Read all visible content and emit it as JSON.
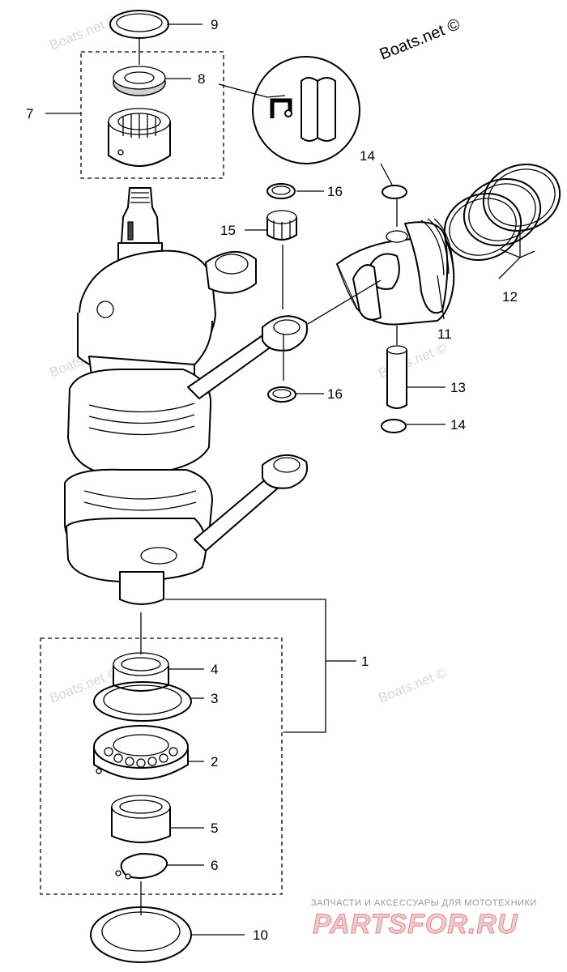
{
  "callouts": {
    "c1": "1",
    "c2": "2",
    "c3": "3",
    "c4": "4",
    "c5": "5",
    "c6": "6",
    "c7": "7",
    "c8": "8",
    "c9": "9",
    "c10": "10",
    "c11": "11",
    "c12": "12",
    "c13": "13",
    "c14a": "14",
    "c14b": "14",
    "c15": "15",
    "c16a": "16",
    "c16b": "16"
  },
  "watermarks": {
    "top": "Boats.net ©",
    "repeat": "Boats.net ©",
    "brand_tagline": "ЗАПЧАСТИ И АКСЕССУАРЫ ДЛЯ МОТОТЕХНИКИ",
    "brand_name": "PARTSFOR.RU"
  },
  "colors": {
    "line": "#000000",
    "background": "#ffffff",
    "watermark": "#d8d8d8",
    "brand_fill": "#f4c9cc",
    "brand_stroke": "#d98c93"
  }
}
